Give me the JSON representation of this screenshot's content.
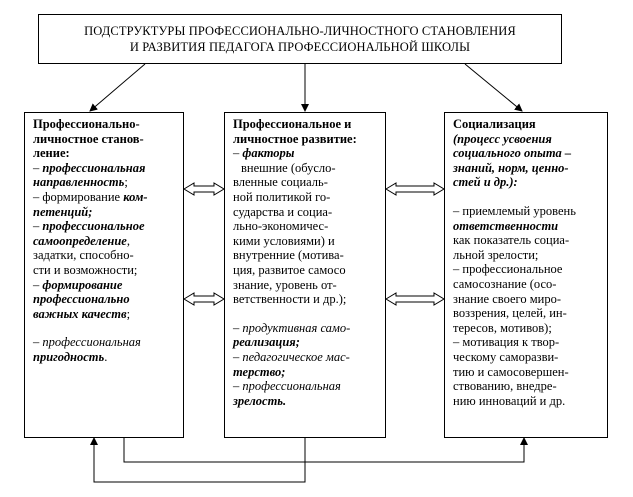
{
  "top": {
    "line1": "ПОДСТРУКТУРЫ ПРОФЕССИОНАЛЬНО-ЛИЧНОСТНОГО СТАНОВЛЕНИЯ",
    "line2": "И РАЗВИТИЯ ПЕДАГОГА ПРОФЕССИОНАЛЬНОЙ ШКОЛЫ"
  },
  "left": {
    "heading": [
      "Профессионально-",
      "личностное станов-",
      "ление:"
    ],
    "items": [
      [
        "– ",
        "профессиональная",
        " "
      ],
      [
        "",
        "направленность",
        ";"
      ],
      [
        "– формирование ",
        "ком-",
        ""
      ],
      [
        "",
        "петенций;",
        ""
      ],
      [
        "– ",
        "профессиональное",
        ""
      ],
      [
        "",
        "самоопределение",
        ","
      ],
      [
        "задатки, способно-",
        "",
        ""
      ],
      [
        "сти и возможности;",
        "",
        ""
      ],
      [
        "– ",
        "формирование",
        ""
      ],
      [
        "",
        "профессионально",
        ""
      ],
      [
        "",
        "важных качеств",
        ";"
      ],
      [
        "– ",
        "профессиональная",
        ""
      ],
      [
        "",
        "пригодность",
        "."
      ]
    ]
  },
  "middle": {
    "heading": [
      "Профессиональное и",
      "личностное развитие:"
    ],
    "factors_label": "факторы",
    "lines": [
      "внешние (обусло-",
      "вленные социаль-",
      "ной политикой го-",
      "сударства и социа-",
      "льно-экономичес-",
      "кими условиями) и",
      "внутренние (мотива-",
      "ция, развитое самосо",
      "знание, уровень от-",
      "ветственности и др.);"
    ],
    "tail": [
      "– продуктивная само-",
      "реализация;",
      "– педагогическое мас-",
      "терство;",
      "– профессиональная",
      "зрелость."
    ]
  },
  "right": {
    "heading": "Социализация",
    "subheading": [
      "(процесс усвоения",
      "социального опыта –",
      "знаний, норм, ценно-",
      "стей и др.):"
    ],
    "lines": [
      "– приемлемый уровень",
      "ответственности",
      "как показатель социа-",
      "льной зрелости;",
      "– профессиональное",
      "самосознание (осо-",
      "знание своего миро-",
      "воззрения, целей, ин-",
      "тересов, мотивов);",
      "– мотивация к твор-",
      "ческому саморазви-",
      "тию и самосовершен-",
      "ствованию, внедре-",
      "нию инноваций и др."
    ]
  }
}
